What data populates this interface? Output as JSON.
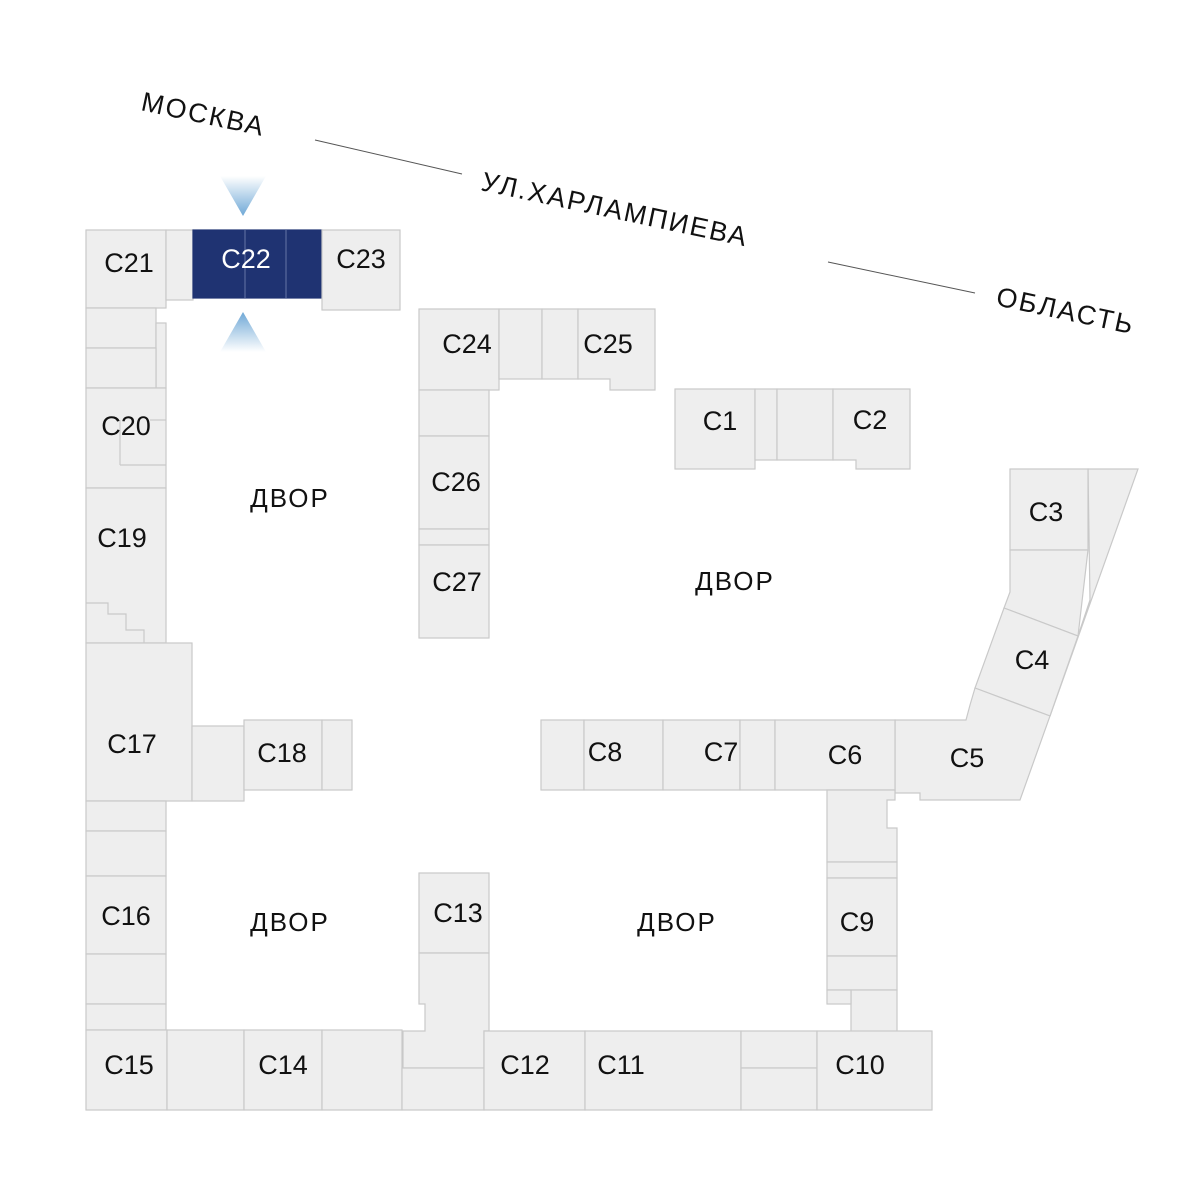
{
  "street": {
    "moscow": "МОСКВА",
    "name": "УЛ.ХАРЛАМПИЕВА",
    "region": "ОБЛАСТЬ"
  },
  "yards": [
    "ДВОР",
    "ДВОР",
    "ДВОР",
    "ДВОР"
  ],
  "sections": {
    "c1": "С1",
    "c2": "С2",
    "c3": "С3",
    "c4": "С4",
    "c5": "С5",
    "c6": "С6",
    "c7": "С7",
    "c8": "С8",
    "c9": "С9",
    "c10": "С10",
    "c11": "С11",
    "c12": "С12",
    "c13": "С13",
    "c14": "С14",
    "c15": "С15",
    "c16": "С16",
    "c17": "С17",
    "c18": "С18",
    "c19": "С19",
    "c20": "С20",
    "c21": "С21",
    "c22": "С22",
    "c23": "С23",
    "c24": "С24",
    "c25": "С25",
    "c26": "С26",
    "c27": "С27"
  },
  "selected_section": "С22",
  "colors": {
    "selected": "#1f3372",
    "building": "#eeeeee",
    "outline": "#c9c9c9",
    "marker": "#6fa8d6"
  }
}
